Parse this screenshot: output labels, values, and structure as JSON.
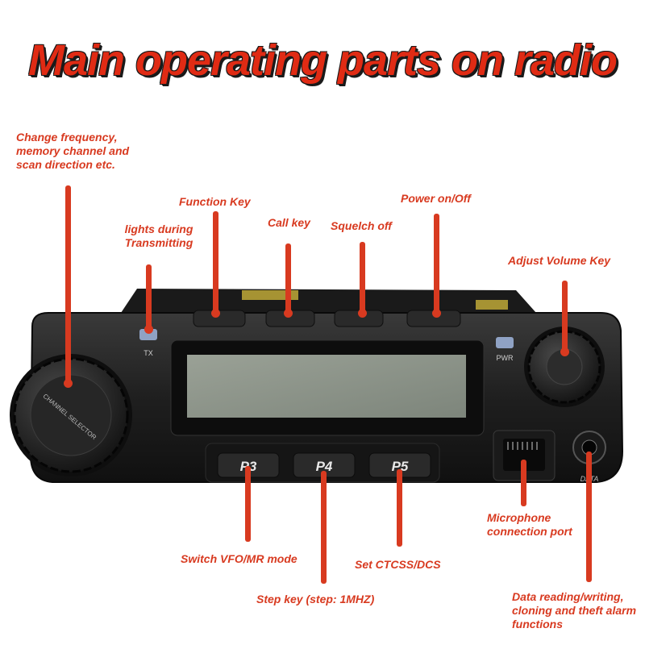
{
  "title": "Main operating parts on radio",
  "labels": {
    "channel_selector": "Change frequency, memory channel and scan direction etc.",
    "tx_light": "lights during Transmitting",
    "function_key": "Function Key",
    "call_key": "Call key",
    "squelch": "Squelch off",
    "power": "Power on/Off",
    "volume": "Adjust Volume Key",
    "p3": "Switch VFO/MR mode",
    "p4": "Step key (step: 1MHZ)",
    "p5": "Set CTCSS/DCS",
    "mic": "Microphone connection port",
    "data": "Data reading/writing, cloning and theft alarm functions"
  },
  "device": {
    "keys": [
      "P3",
      "P4",
      "P5"
    ],
    "tx": "TX",
    "pwr": "PWR",
    "data": "DATA",
    "knob": "CHANNEL SELECTOR"
  },
  "colors": {
    "accent": "#d83a20",
    "title": "#e02b14",
    "body": "#1c1c1c",
    "lcd": "#8c9488"
  }
}
